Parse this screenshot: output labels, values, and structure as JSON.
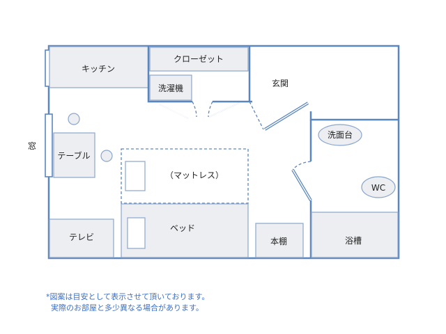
{
  "rooms": {
    "kitchen": "キッチン",
    "closet": "クローゼット",
    "washer": "洗濯機",
    "entrance": "玄関",
    "washstand": "洗面台",
    "table": "テーブル",
    "mattress": "（マットレス）",
    "wc": "WC",
    "bed": "ベッド",
    "tv": "テレビ",
    "bookshelf": "本棚",
    "bathtub": "浴槽",
    "window": "窓"
  },
  "notes": {
    "line1": "*図案は目安として表示させて頂いております。",
    "line2": "実際のお部屋と多少異なる場合があります。"
  },
  "colors": {
    "wall": "#5a86c0",
    "furniture": "#eceef1",
    "note": "#3d6fc4"
  }
}
